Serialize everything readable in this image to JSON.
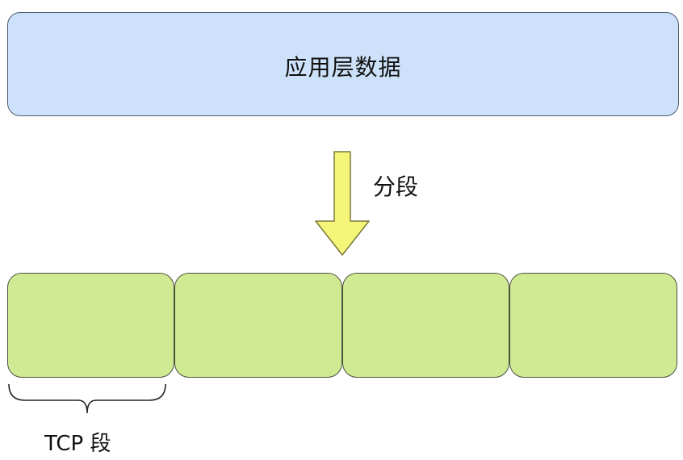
{
  "diagram": {
    "app_data_label": "应用层数据",
    "split_label": "分段",
    "tcp_segment_label": "TCP 段",
    "segment_count": 4
  },
  "colors": {
    "app_data_fill": "#cde2fa",
    "app_data_border": "#4e5a6e",
    "segment_fill": "#d0e993",
    "segment_border": "#4a5240",
    "arrow_fill": "#f5f57a",
    "arrow_border": "#7a7a3a"
  }
}
